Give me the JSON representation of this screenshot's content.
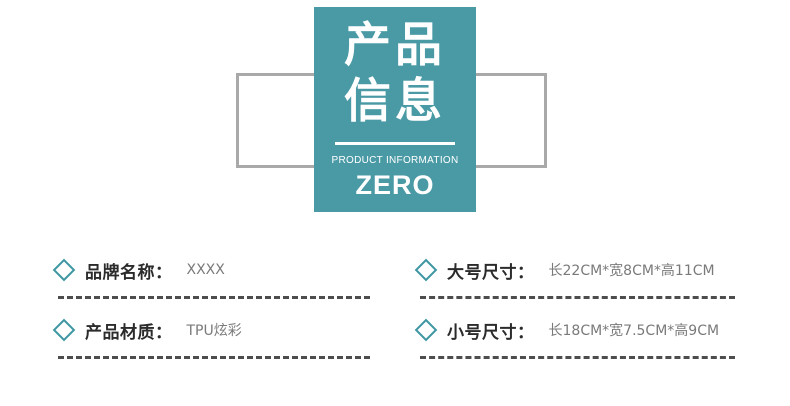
{
  "banner": {
    "title_line_1": "产品",
    "title_line_2": "信息",
    "subtitle": "PRODUCT INFORMATION",
    "wordmark": "ZERO",
    "accent_color": "#4a9aa6",
    "frame_color": "#a9a9a9",
    "text_color": "#ffffff"
  },
  "specs": {
    "diamond_color": "#3e96a2",
    "rule_color": "#4d4d4d",
    "left": [
      {
        "label": "品牌名称：",
        "value": "XXXX"
      },
      {
        "label": "产品材质：",
        "value": "TPU炫彩"
      }
    ],
    "right": [
      {
        "label": "大号尺寸：",
        "value": "长22CM*宽8CM*高11CM"
      },
      {
        "label": "小号尺寸：",
        "value": "长18CM*宽7.5CM*高9CM"
      }
    ]
  }
}
